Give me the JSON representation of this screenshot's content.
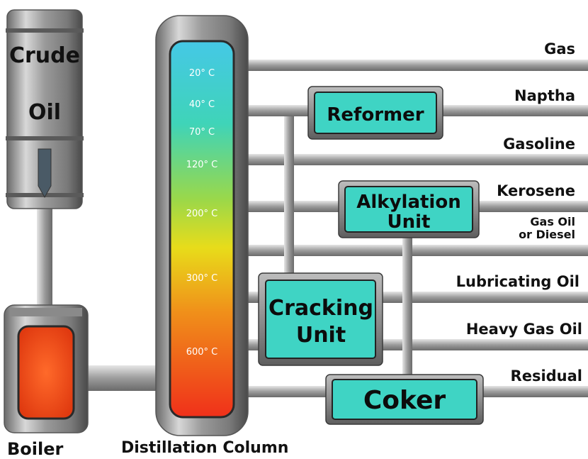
{
  "drum": {
    "line1": "Crude",
    "line2": "Oil"
  },
  "column": {
    "temperatures": [
      "20° C",
      "40° C",
      "70° C",
      "120° C",
      "200° C",
      "300° C",
      "600° C"
    ]
  },
  "units": {
    "reformer": "Reformer",
    "alkylation_line1": "Alkylation",
    "alkylation_line2": "Unit",
    "cracking_line1": "Cracking",
    "cracking_line2": "Unit",
    "coker": "Coker"
  },
  "products": {
    "gas": "Gas",
    "naptha": "Naptha",
    "gasoline": "Gasoline",
    "kerosene": "Kerosene",
    "gas_oil_line1": "Gas Oil",
    "gas_oil_line2": "or Diesel",
    "lubricating_oil": "Lubricating Oil",
    "heavy_gas_oil": "Heavy Gas Oil",
    "residual": "Residual"
  },
  "captions": {
    "boiler": "Boiler",
    "column": "Distillation Column"
  },
  "colors": {
    "unit_fill": "#3fd4c4",
    "boiler_fill": "#f04a16",
    "column_top": "#45c8e6",
    "column_mid": "#e8dc1a",
    "column_bottom": "#f0301a"
  }
}
